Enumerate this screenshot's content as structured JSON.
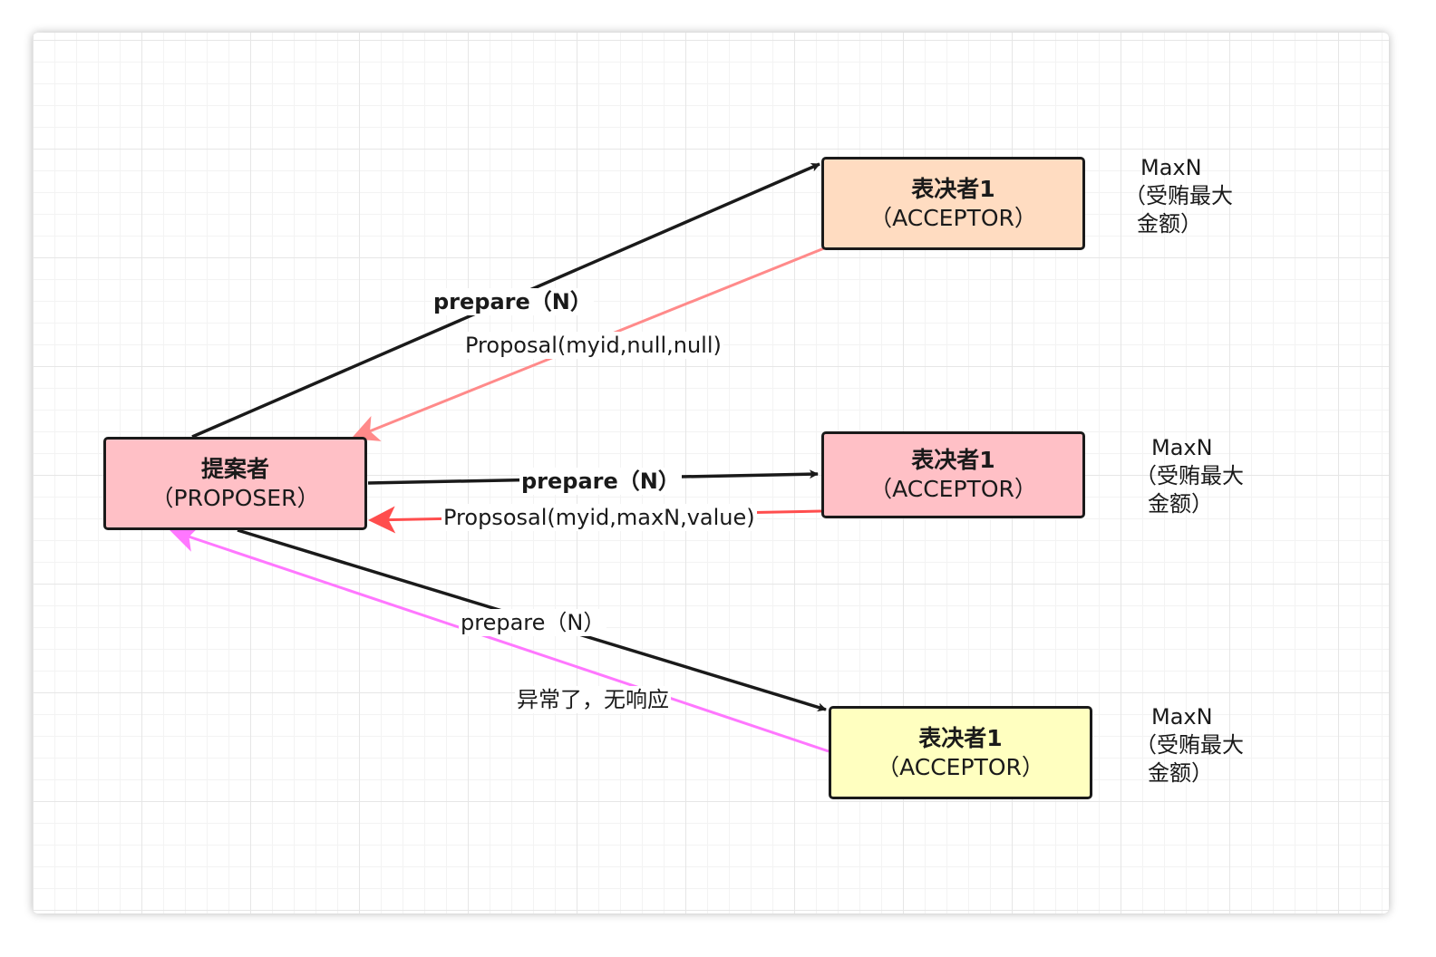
{
  "nodes": {
    "proposer": {
      "line1": "提案者",
      "line2": "（PROPOSER）"
    },
    "acceptor_1": {
      "line1": "表决者1",
      "line2": "（ACCEPTOR）"
    },
    "acceptor_2": {
      "line1": "表决者1",
      "line2": "（ACCEPTOR）"
    },
    "acceptor_3": {
      "line1": "表决者1",
      "line2": "（ACCEPTOR）"
    }
  },
  "edge_labels": {
    "prepare_1": "prepare（N）",
    "proposal_1": "Proposal(myid,null,null)",
    "prepare_2": "prepare（N）",
    "proposal_2": "Propsosal(myid,maxN,value)",
    "prepare_3": "prepare（N）",
    "timeout_3": "异常了，无响应"
  },
  "notes": {
    "note_1": {
      "line1": "MaxN",
      "line2": "（受贿最大",
      "line3": "金额）"
    },
    "note_2": {
      "line1": "MaxN",
      "line2": "（受贿最大",
      "line3": "金额）"
    },
    "note_3": {
      "line1": "MaxN",
      "line2": "（受贿最大",
      "line3": "金额）"
    }
  },
  "colors": {
    "acceptor_1_fill": "#ffdcc1",
    "proposer_fill": "#ffc0c6",
    "acceptor_2_fill": "#ffc0c6",
    "acceptor_3_fill": "#ffffc0",
    "request_arrow": "#1a1a1a",
    "reply_arrow_1": "#ff8a8a",
    "reply_arrow_2": "#ff4d4d",
    "reply_arrow_3": "#ff77ff"
  }
}
